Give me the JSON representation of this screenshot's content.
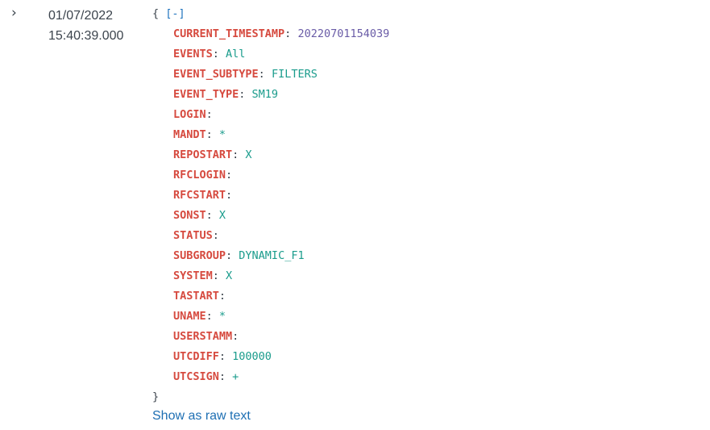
{
  "event": {
    "expand_icon": "chevron-right-icon",
    "date": "01/07/2022",
    "time": "15:40:39.000",
    "open_brace": "{",
    "collapse_toggle": "[-]",
    "close_brace": "}",
    "fields": [
      {
        "key": "CURRENT_TIMESTAMP",
        "value": "20220701154039",
        "type": "number"
      },
      {
        "key": "EVENTS",
        "value": "All",
        "type": "string"
      },
      {
        "key": "EVENT_SUBTYPE",
        "value": "FILTERS",
        "type": "string"
      },
      {
        "key": "EVENT_TYPE",
        "value": "SM19",
        "type": "string"
      },
      {
        "key": "LOGIN",
        "value": "",
        "type": "string"
      },
      {
        "key": "MANDT",
        "value": "*",
        "type": "string"
      },
      {
        "key": "REPOSTART",
        "value": "X",
        "type": "string"
      },
      {
        "key": "RFCLOGIN",
        "value": "",
        "type": "string"
      },
      {
        "key": "RFCSTART",
        "value": "",
        "type": "string"
      },
      {
        "key": "SONST",
        "value": "X",
        "type": "string"
      },
      {
        "key": "STATUS",
        "value": "",
        "type": "string"
      },
      {
        "key": "SUBGROUP",
        "value": "DYNAMIC_F1",
        "type": "string"
      },
      {
        "key": "SYSTEM",
        "value": "X",
        "type": "string"
      },
      {
        "key": "TASTART",
        "value": "",
        "type": "string"
      },
      {
        "key": "UNAME",
        "value": "*",
        "type": "string"
      },
      {
        "key": "USERSTAMM",
        "value": "",
        "type": "string"
      },
      {
        "key": "UTCDIFF",
        "value": "100000",
        "type": "string"
      },
      {
        "key": "UTCSIGN",
        "value": "+",
        "type": "string"
      }
    ],
    "raw_link": "Show as raw text"
  },
  "colors": {
    "key": "#d64a3f",
    "string": "#1a9c8c",
    "number": "#6a5ca7",
    "link": "#1e6fb3"
  }
}
